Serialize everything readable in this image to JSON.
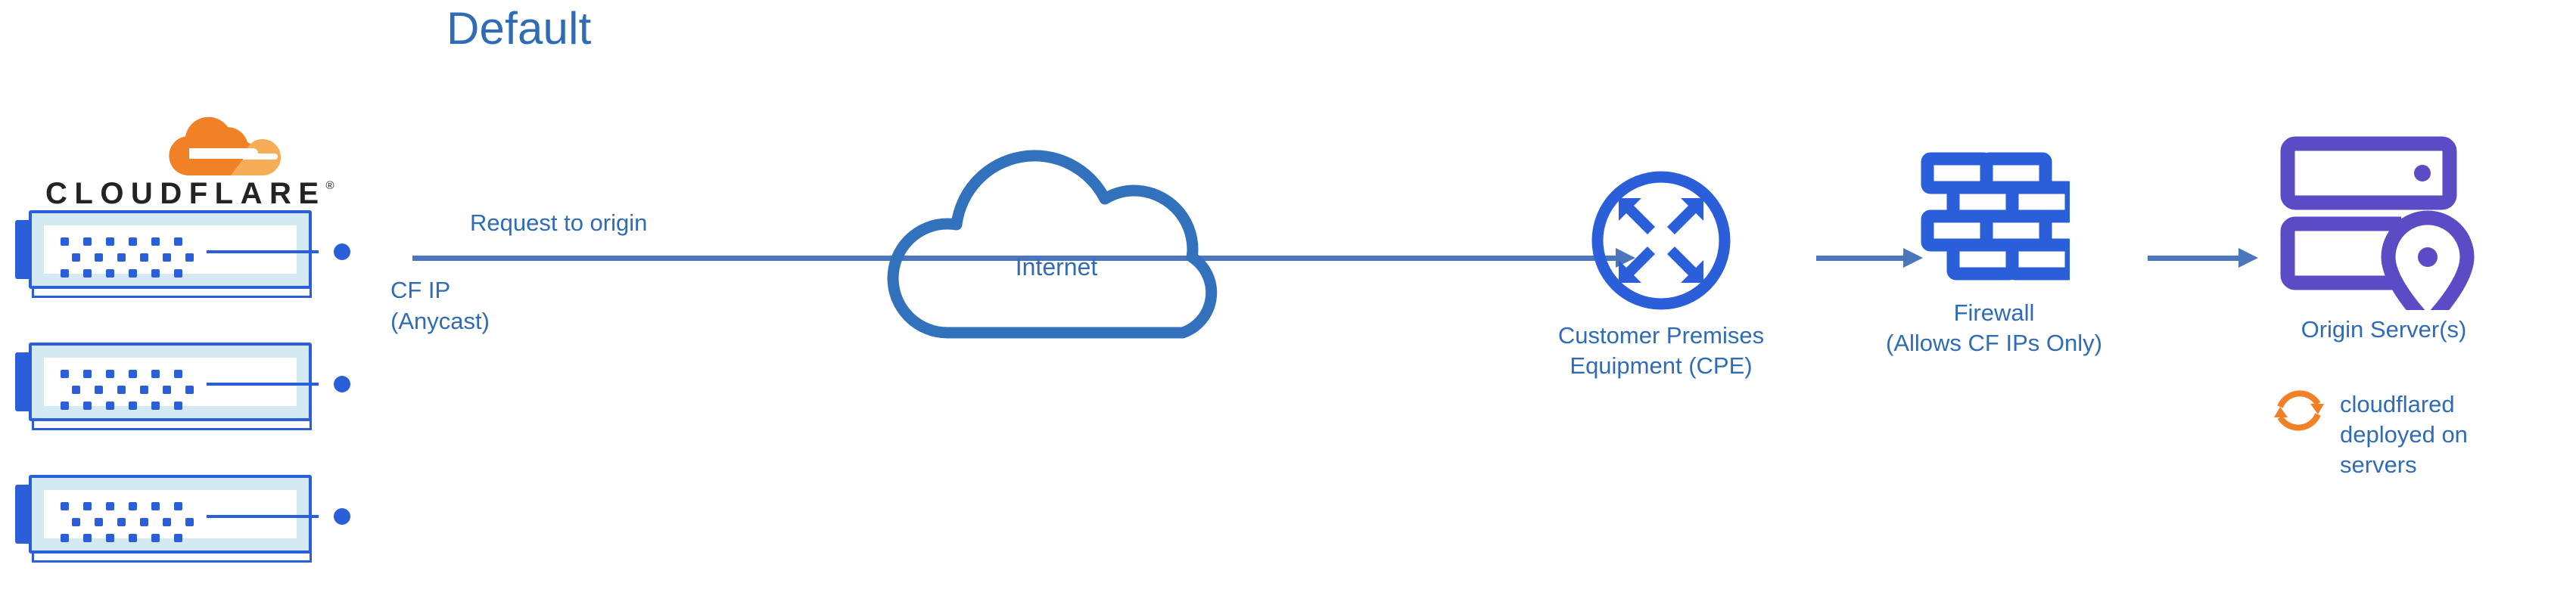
{
  "title": "Default",
  "brand": {
    "name": "CLOUDFLARE",
    "registered_mark": "®",
    "logo_icon": "cloudflare-cloud-logo",
    "logo_colors": {
      "primary": "#f08127",
      "secondary": "#f5ad58"
    },
    "wordmark_color": "#232323"
  },
  "colors": {
    "title_blue": "#2f6cb5",
    "label_blue": "#2f6cb5",
    "arrow_blue": "#4b76bc",
    "icon_blue": "#2b5fd9",
    "cloud_stroke": "#3272bd",
    "server_fill": "#d4eaf2",
    "origin_purple": "#5b4bc4",
    "accent_orange": "#f08127"
  },
  "edge_servers": {
    "icon": "rack-server-icon",
    "count": 3,
    "items": [
      {
        "label": ""
      },
      {
        "label": ""
      },
      {
        "label": ""
      }
    ]
  },
  "flow": {
    "request_label": "Request to origin",
    "source_label": "CF IP\n(Anycast)",
    "arrows": [
      {
        "from": "cloudflare-edge",
        "to": "customer-premises-equipment"
      },
      {
        "from": "customer-premises-equipment",
        "to": "firewall"
      },
      {
        "from": "firewall",
        "to": "origin-server"
      }
    ]
  },
  "nodes": [
    {
      "id": "internet",
      "label": "Internet",
      "icon": "cloud-outline-icon"
    },
    {
      "id": "cpe",
      "label": "Customer Premises\nEquipment (CPE)",
      "icon": "converging-arrows-circle-icon"
    },
    {
      "id": "firewall",
      "label": "Firewall\n(Allows CF IPs Only)",
      "icon": "brick-wall-icon"
    },
    {
      "id": "origin",
      "label": "Origin Server(s)",
      "icon": "server-rack-location-pin-icon"
    }
  ],
  "annotation": {
    "icon": "sync-arrows-icon",
    "text": "cloudflared\ndeployed on\nservers"
  }
}
